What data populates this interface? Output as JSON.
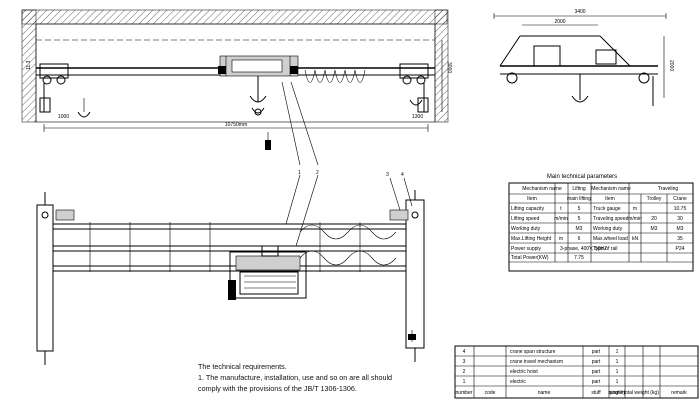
{
  "top_view": {
    "span_dim": "10750mm",
    "height_dim_left": "11.3",
    "height_dim_right": "3000",
    "offset_left": "1000",
    "offset_right": "1300"
  },
  "side_view": {
    "top_dim": "3400",
    "sub_dim": "2000",
    "width_dim": "2000"
  },
  "part_labels": [
    "1",
    "2",
    "3",
    "4"
  ],
  "parameters": {
    "title": "Main technical parameters",
    "head": {
      "mechanism_name": "Mechanism name",
      "lifting": "Lifting",
      "item": "Item",
      "main_lifting": "main lifting",
      "mechanism_name2": "Mechanism name",
      "traveling": "Traveling",
      "item2": "Item",
      "trolley": "Trolley",
      "crane": "Crane"
    },
    "rows": [
      {
        "label": "Lifting capacity",
        "unit": "t",
        "value": "5",
        "label2": "Truck gauge",
        "unit2": "m",
        "v_trolley": "",
        "v_crane": "10.75"
      },
      {
        "label": "Lifting speed",
        "unit": "m/min",
        "value": "5",
        "label2": "Traveling speed",
        "unit2": "m/min",
        "v_trolley": "20",
        "v_crane": "30"
      },
      {
        "label": "Working duty",
        "unit": "",
        "value": "M3",
        "label2": "Working duty",
        "unit2": "",
        "v_trolley": "M3",
        "v_crane": "M3"
      },
      {
        "label": "Max.Lifting Height",
        "unit": "m",
        "value": "6",
        "label2": "Max.wheel load",
        "unit2": "kN",
        "v_trolley": "",
        "v_crane": "35"
      },
      {
        "label": "Power supply",
        "unit": "3-phase, 400V, 50HZ",
        "value": "",
        "label2": "Type of rail",
        "unit2": "",
        "v_trolley": "",
        "v_crane": "P24"
      },
      {
        "label": "Total Power(KW)",
        "unit": "",
        "value": "7.75",
        "label2": "",
        "unit2": "",
        "v_trolley": "",
        "v_crane": ""
      }
    ]
  },
  "notes": {
    "title": "The technical requirements.",
    "line1": "1. The manufacture, installation, use and so on are all should",
    "line2": "comply with the provisions of the JB/T 1306-1306."
  },
  "parts_list": {
    "rows": [
      {
        "no": "4",
        "name": "crane span structure",
        "type": "part",
        "qty": "1"
      },
      {
        "no": "3",
        "name": "crane travel mechanism",
        "type": "part",
        "qty": "1"
      },
      {
        "no": "2",
        "name": "electric hoist",
        "type": "part",
        "qty": "1"
      },
      {
        "no": "1",
        "name": "electric",
        "type": "part",
        "qty": "1"
      }
    ],
    "header": {
      "no": "number",
      "code": "code",
      "name": "name",
      "stuff": "stuff",
      "quantity": "quantity",
      "weight": "single total weight (kg)",
      "remark": "remark"
    }
  }
}
